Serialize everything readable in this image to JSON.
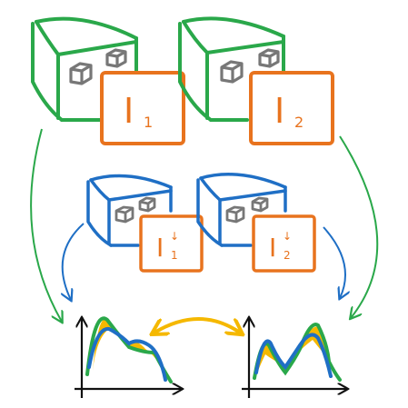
{
  "colors": {
    "green": "#2aa84a",
    "blue": "#1f6fc5",
    "orange": "#e8731e",
    "gray": "#808080",
    "yellow": "#f5b800",
    "axis": "#111111"
  },
  "frames": [
    {
      "letter": "I",
      "sub": "1",
      "sup": ""
    },
    {
      "letter": "I",
      "sub": "2",
      "sup": ""
    },
    {
      "letter": "I",
      "sub": "1",
      "sup": "↓"
    },
    {
      "letter": "I",
      "sub": "2",
      "sup": "↓"
    }
  ]
}
